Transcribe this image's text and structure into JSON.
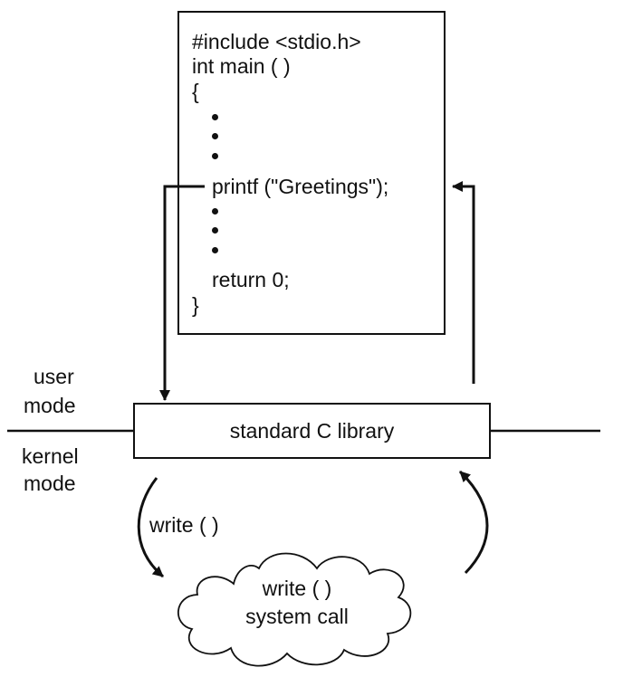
{
  "program": {
    "lines": [
      "#include <stdio.h>",
      "int main ( )",
      "{",
      "printf (\"Greetings\");",
      "return 0;",
      "}"
    ]
  },
  "mode_labels": {
    "user": [
      "user",
      "mode"
    ],
    "kernel": [
      "kernel",
      "mode"
    ]
  },
  "library": {
    "label": "standard C library"
  },
  "write_call": {
    "label": "write ( )"
  },
  "system_call": {
    "lines": [
      "write ( )",
      "system call"
    ]
  },
  "colors": {
    "stroke": "#111111",
    "background": "#ffffff"
  }
}
